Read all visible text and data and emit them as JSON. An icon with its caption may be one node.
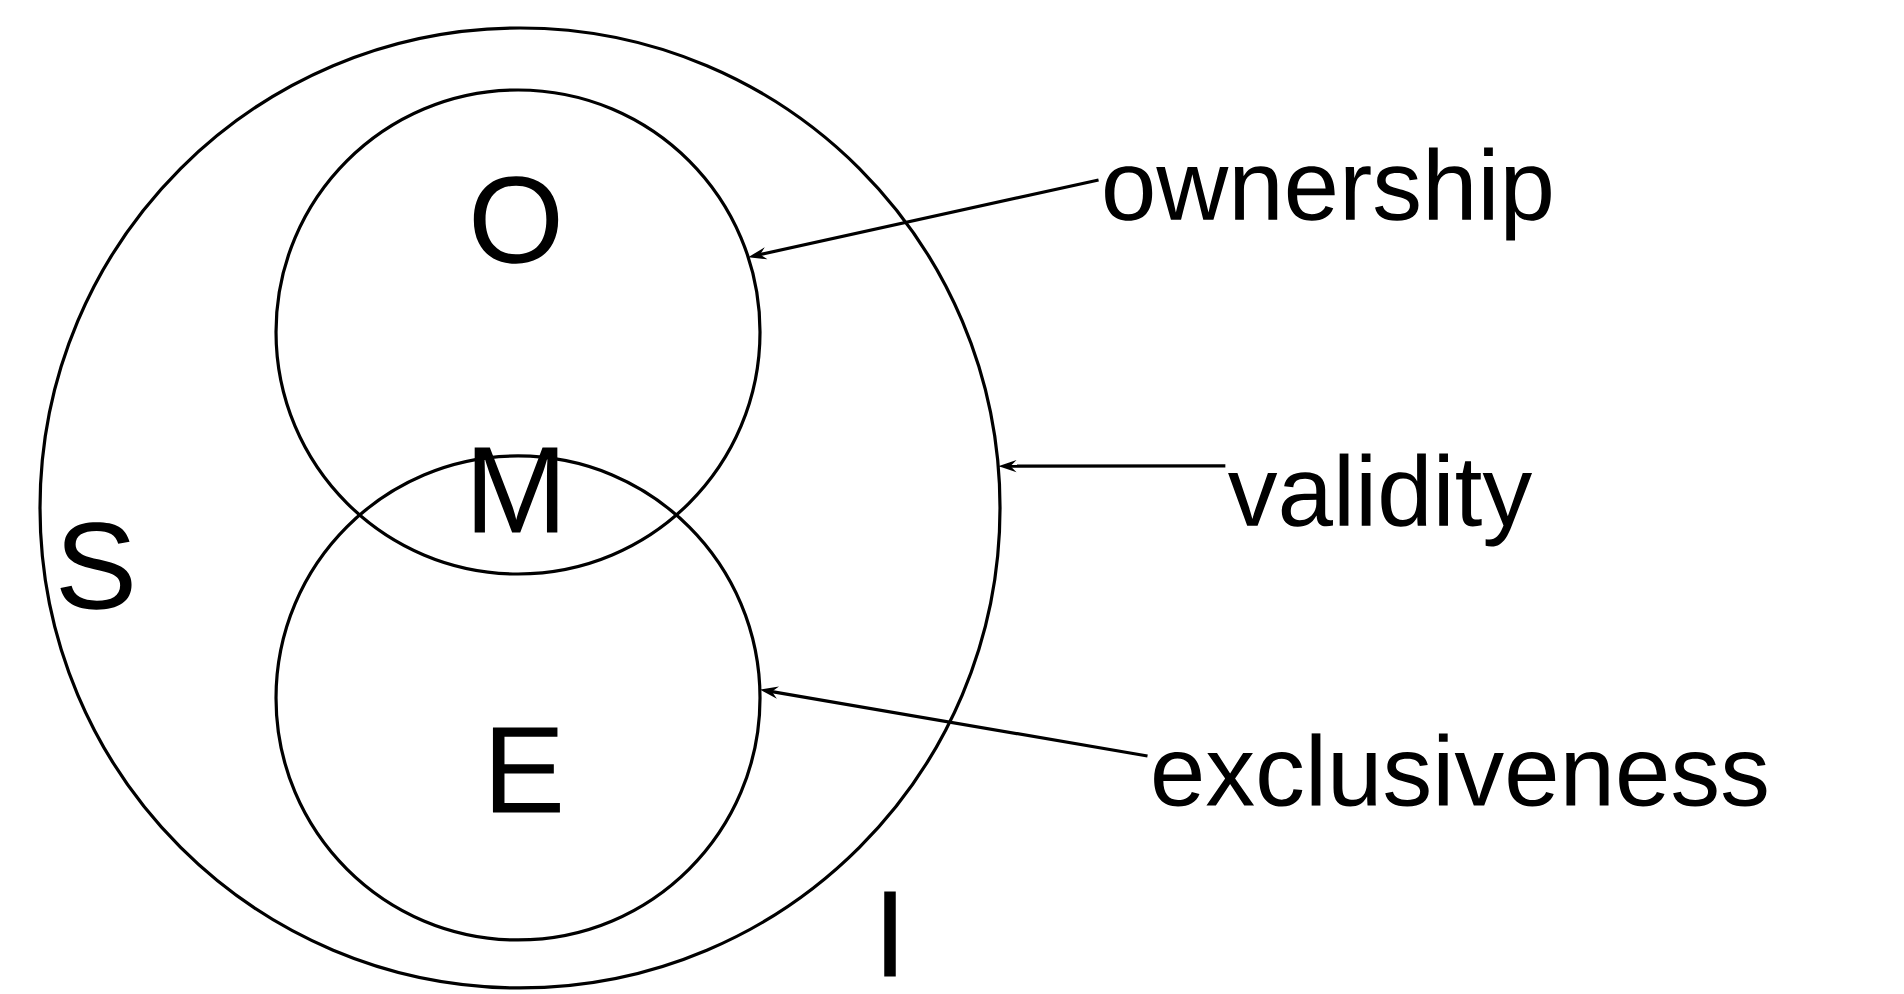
{
  "diagram": {
    "nodes": [
      {
        "text": [
          "S"
        ]
      },
      {
        "text": [
          "O"
        ],
        "in": 0
      },
      {
        "text": [
          "E"
        ],
        "in": 0
      },
      {
        "text": [
          "ownership"
        ]
      },
      {
        "text": [
          "validity"
        ]
      },
      {
        "text": [
          "exclusiveness"
        ]
      }
    ],
    "edges": [
      {
        "from": 3,
        "to": 1,
        "arrow": "to"
      },
      {
        "from": 4,
        "to": 0,
        "arrow": "to"
      },
      {
        "from": 5,
        "to": 2,
        "arrow": "to"
      }
    ],
    "labels": [
      "M",
      "I"
    ]
  }
}
